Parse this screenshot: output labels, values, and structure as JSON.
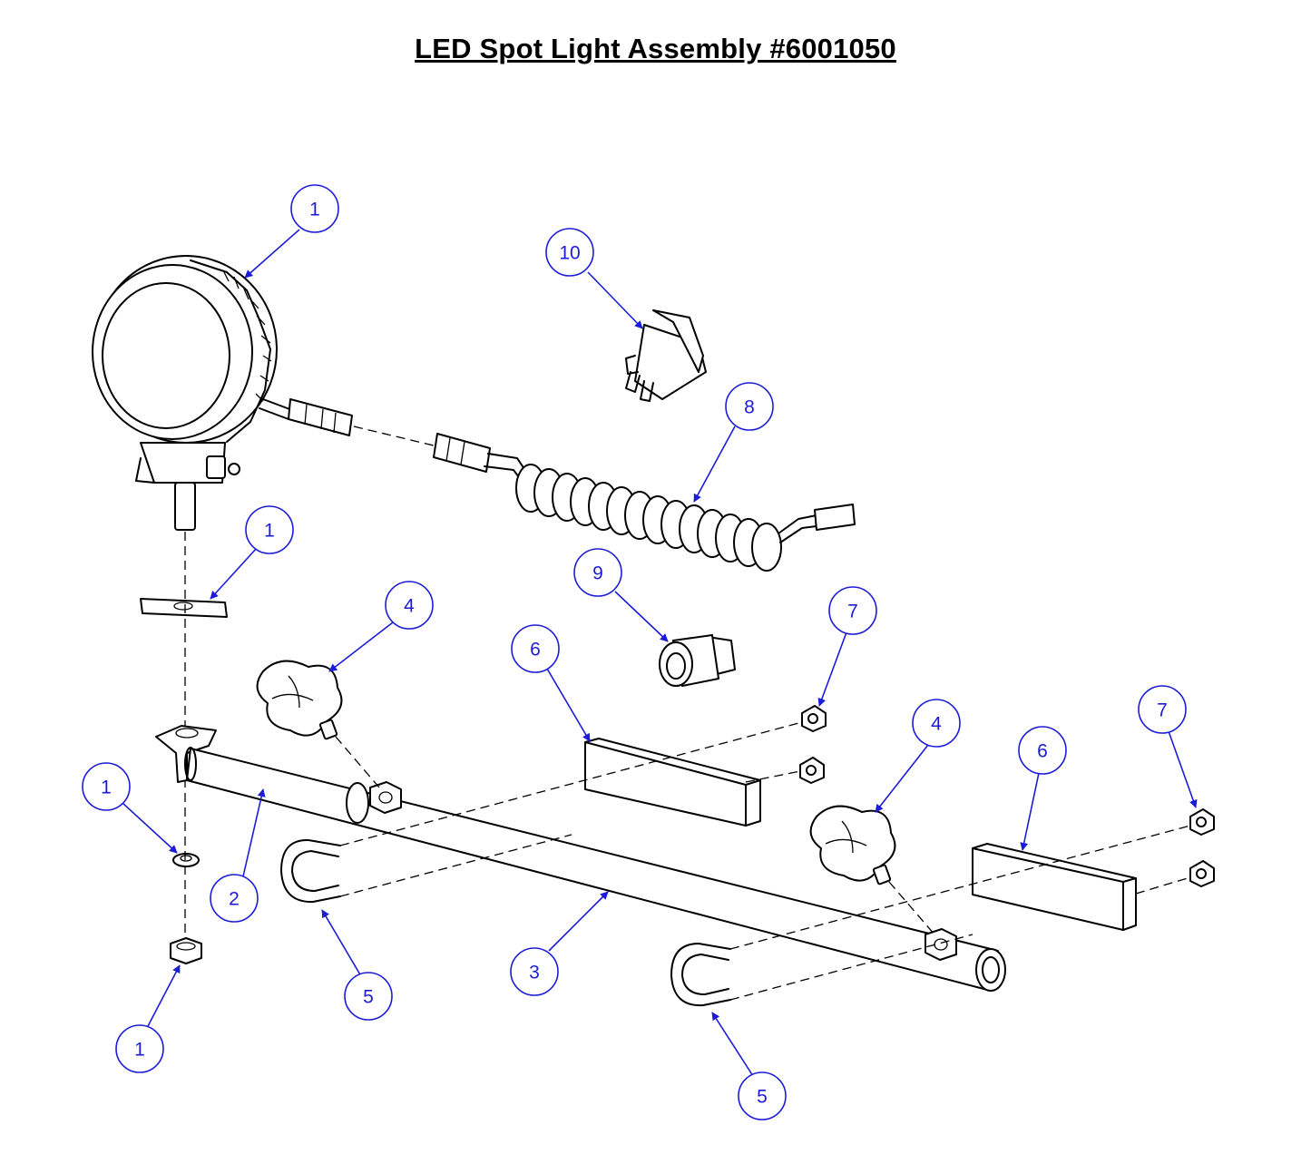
{
  "title": "LED Spot Light Assembly #6001050",
  "colors": {
    "callout": "#1c1cd8",
    "line": "#000000",
    "background": "#ffffff"
  },
  "callouts": [
    {
      "id": "c1a",
      "label": "1"
    },
    {
      "id": "c10",
      "label": "10"
    },
    {
      "id": "c8",
      "label": "8"
    },
    {
      "id": "c1b",
      "label": "1"
    },
    {
      "id": "c9",
      "label": "9"
    },
    {
      "id": "c4a",
      "label": "4"
    },
    {
      "id": "c7a",
      "label": "7"
    },
    {
      "id": "c6a",
      "label": "6"
    },
    {
      "id": "c4b",
      "label": "4"
    },
    {
      "id": "c7b",
      "label": "7"
    },
    {
      "id": "c6b",
      "label": "6"
    },
    {
      "id": "c1c",
      "label": "1"
    },
    {
      "id": "c2",
      "label": "2"
    },
    {
      "id": "c5a",
      "label": "5"
    },
    {
      "id": "c3",
      "label": "3"
    },
    {
      "id": "c1d",
      "label": "1"
    },
    {
      "id": "c5b",
      "label": "5"
    }
  ]
}
